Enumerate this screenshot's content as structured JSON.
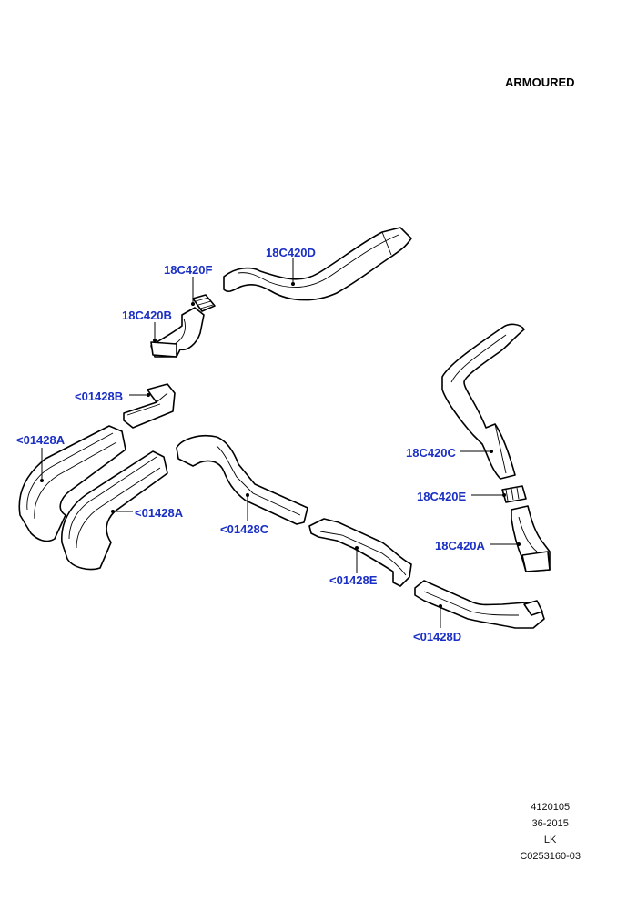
{
  "header": {
    "title": "ARMOURED"
  },
  "labels": {
    "d18C420D": "18C420D",
    "d18C420F": "18C420F",
    "d18C420B": "18C420B",
    "d01428B": "<01428B",
    "d01428A_left": "<01428A",
    "d01428A_right": "<01428A",
    "d01428C": "<01428C",
    "d18C420C": "18C420C",
    "d18C420E": "18C420E",
    "d18C420A": "18C420A",
    "d01428E": "<01428E",
    "d01428D": "<01428D"
  },
  "footer": {
    "line1": "4120105",
    "line2": "36-2015",
    "line3": "LK",
    "line4": "C0253160-03"
  },
  "colors": {
    "label": "#1a2fc4",
    "line": "#000000",
    "background": "#ffffff"
  }
}
